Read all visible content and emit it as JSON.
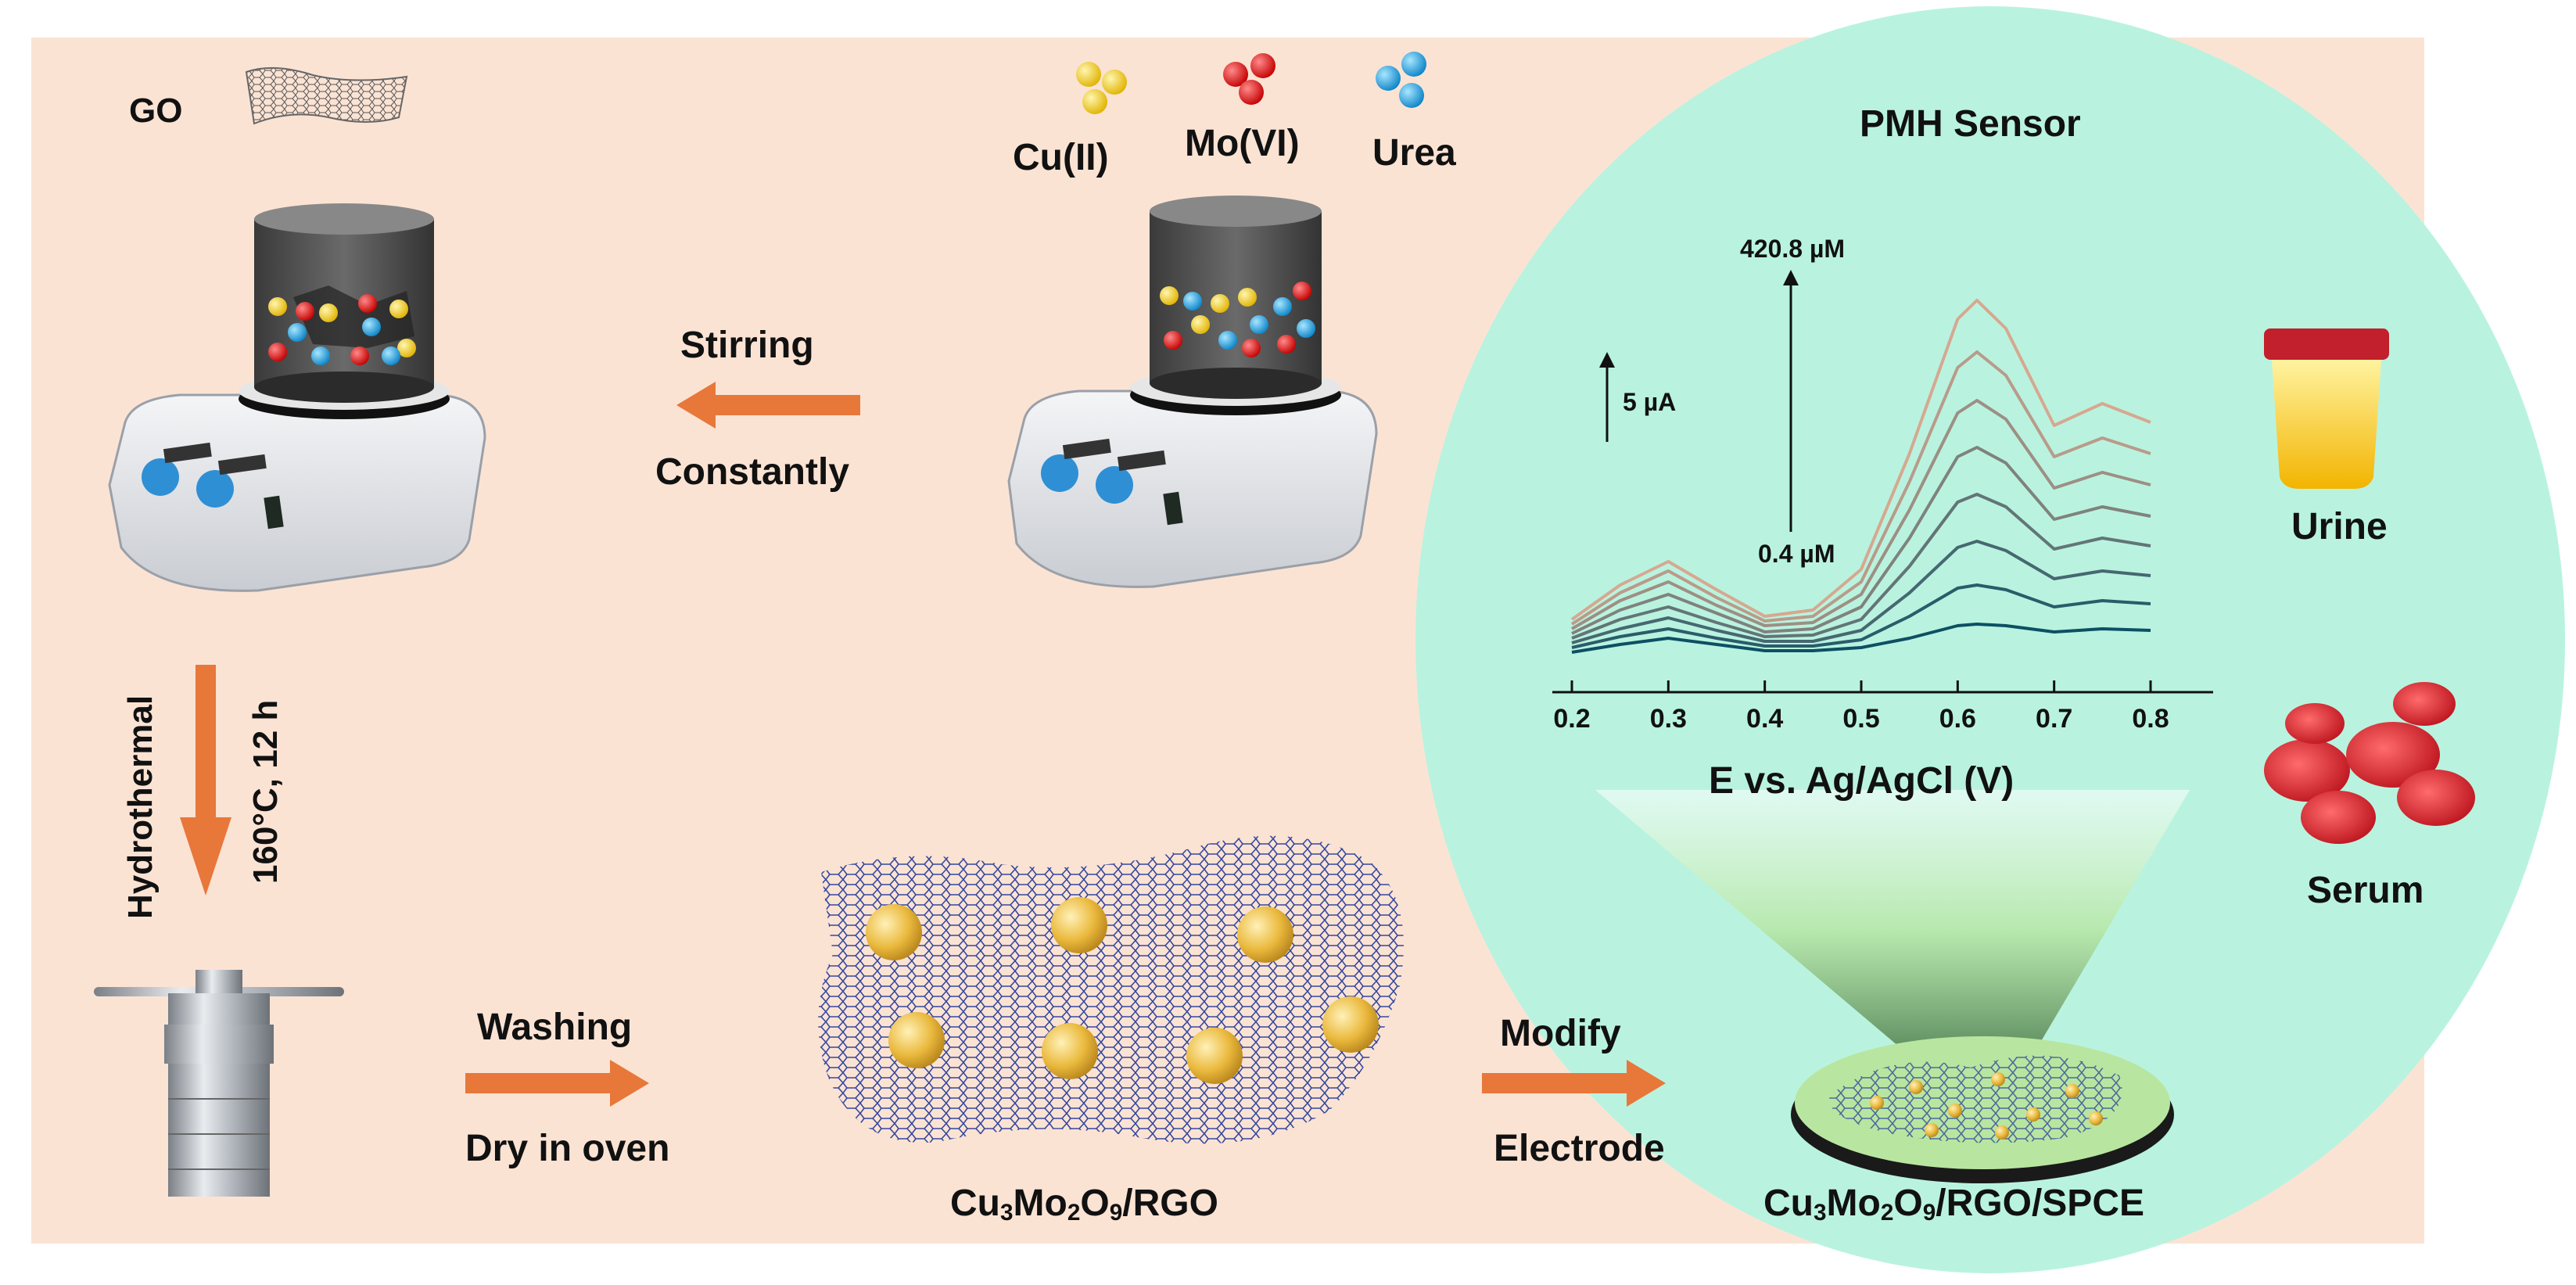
{
  "reagents": {
    "go": "GO",
    "cu": "Cu(II)",
    "mo": "Mo(VI)",
    "urea": "Urea"
  },
  "steps": {
    "stir_1": "Stirring",
    "stir_2": "Constantly",
    "hydro_1": "Hydrothermal",
    "hydro_2": "160°C, 12 h",
    "wash_1": "Washing",
    "wash_2": "Dry in oven",
    "modify_1": "Modify",
    "modify_2": "Electrode"
  },
  "products": {
    "composite": {
      "p1": "Cu",
      "s1": "3",
      "p2": "Mo",
      "s2": "2",
      "p3": "O",
      "s3": "9",
      "p4": "/RGO"
    },
    "electrode": {
      "p1": "Cu",
      "s1": "3",
      "p2": "Mo",
      "s2": "2",
      "p3": "O",
      "s3": "9",
      "p4": "/RGO/SPCE"
    }
  },
  "sensor": {
    "title": "PMH Sensor",
    "scale_label": "5 µA",
    "conc_high": "420.8 µM",
    "conc_low": "0.4 µM",
    "samples": [
      "Urine",
      "Serum"
    ]
  },
  "colors": {
    "left_panel": "#fbe3d4",
    "sensor_panel": "#b9f3e0",
    "arrow": "#e8773a",
    "curve_high": "#d6a890",
    "curve_low": "#0d4f63",
    "graphene": "#2a3f9a",
    "nanoparticle": "#e8b83a"
  },
  "chart_data": {
    "type": "line",
    "xlabel": "E vs. Ag/AgCl (V)",
    "ylabel": "",
    "xlim": [
      0.2,
      0.85
    ],
    "x_ticks": [
      "0.2",
      "0.3",
      "0.4",
      "0.5",
      "0.6",
      "0.7",
      "0.8"
    ],
    "x": [
      0.2,
      0.25,
      0.3,
      0.35,
      0.4,
      0.45,
      0.5,
      0.55,
      0.6,
      0.62,
      0.65,
      0.7,
      0.75,
      0.8
    ],
    "series_note": "differential pulse voltammograms, concentration increasing 0.4 µM to 420.8 µM",
    "series": [
      {
        "values": [
          0.3,
          0.8,
          1.2,
          0.8,
          0.4,
          0.4,
          0.6,
          1.2,
          2.0,
          2.1,
          2.0,
          1.6,
          1.8,
          1.7
        ]
      },
      {
        "values": [
          0.6,
          1.3,
          1.8,
          1.2,
          0.7,
          0.7,
          1.1,
          2.6,
          4.4,
          4.6,
          4.3,
          3.2,
          3.6,
          3.4
        ]
      },
      {
        "values": [
          0.9,
          1.8,
          2.5,
          1.7,
          1.0,
          1.0,
          1.7,
          4.1,
          7.0,
          7.4,
          6.8,
          5.0,
          5.5,
          5.2
        ]
      },
      {
        "values": [
          1.2,
          2.4,
          3.2,
          2.2,
          1.3,
          1.4,
          2.4,
          5.8,
          9.9,
          10.4,
          9.6,
          6.9,
          7.6,
          7.1
        ]
      },
      {
        "values": [
          1.5,
          3.0,
          4.0,
          2.8,
          1.6,
          1.8,
          3.2,
          7.6,
          12.8,
          13.4,
          12.4,
          8.8,
          9.6,
          9.0
        ]
      },
      {
        "values": [
          1.8,
          3.6,
          4.8,
          3.3,
          2.0,
          2.2,
          4.0,
          9.4,
          15.6,
          16.4,
          15.2,
          10.8,
          11.8,
          11.0
        ]
      },
      {
        "values": [
          2.1,
          4.1,
          5.5,
          3.8,
          2.3,
          2.6,
          4.8,
          11.2,
          18.5,
          19.5,
          18.0,
          12.8,
          14.0,
          13.0
        ]
      },
      {
        "values": [
          2.4,
          4.6,
          6.1,
          4.3,
          2.6,
          3.0,
          5.6,
          13.0,
          21.6,
          22.8,
          21.0,
          14.8,
          16.2,
          15.0
        ]
      }
    ]
  }
}
